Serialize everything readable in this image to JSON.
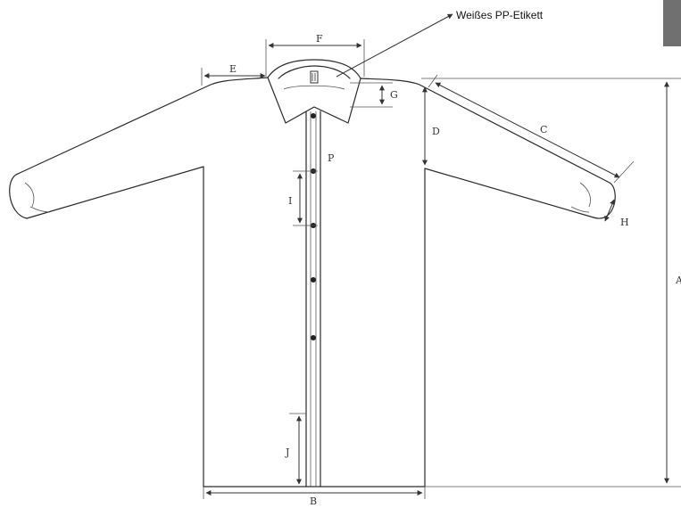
{
  "callout": {
    "text": "Weißes PP-Etikett"
  },
  "labels": {
    "A": "A",
    "B": "B",
    "C": "C",
    "D": "D",
    "E": "E",
    "F": "F",
    "G": "G",
    "H": "H",
    "I": "I",
    "J": "J",
    "P": "P"
  },
  "colors": {
    "ink": "#2a2a2a",
    "corner_tab": "#707070",
    "background": "#ffffff"
  }
}
